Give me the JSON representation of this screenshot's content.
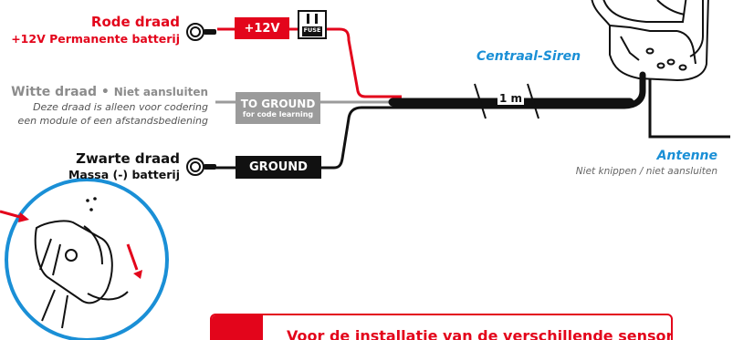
{
  "labels": {
    "red_wire_title": "Rode draad",
    "red_wire_sub": "+12V Permanente batterij",
    "white_wire_title": "Witte draad",
    "white_wire_sep": "•",
    "white_wire_note": "Niet aansluiten",
    "white_wire_desc_1": "Deze draad is alleen voor codering",
    "white_wire_desc_2": "een module of een afstandsbediening",
    "black_wire_title": "Zwarte draad",
    "black_wire_sub": "Massa (-) batterij",
    "siren": "Centraal-Siren",
    "length": "1 m",
    "antenna": "Antenne",
    "antenna_note": "Niet knippen / niet aansluiten"
  },
  "tags": {
    "plus12v": "+12V",
    "fuse": "FUSE",
    "to_ground": "TO GROUND",
    "to_ground_sub": "for code learning",
    "ground": "GROUND"
  },
  "notice": {
    "text": "Voor de installatie van de verschillende sensoren en"
  },
  "colors": {
    "red": "#e3051b",
    "black": "#111111",
    "grey": "#8c8c8c",
    "blue": "#1a8fd6"
  }
}
